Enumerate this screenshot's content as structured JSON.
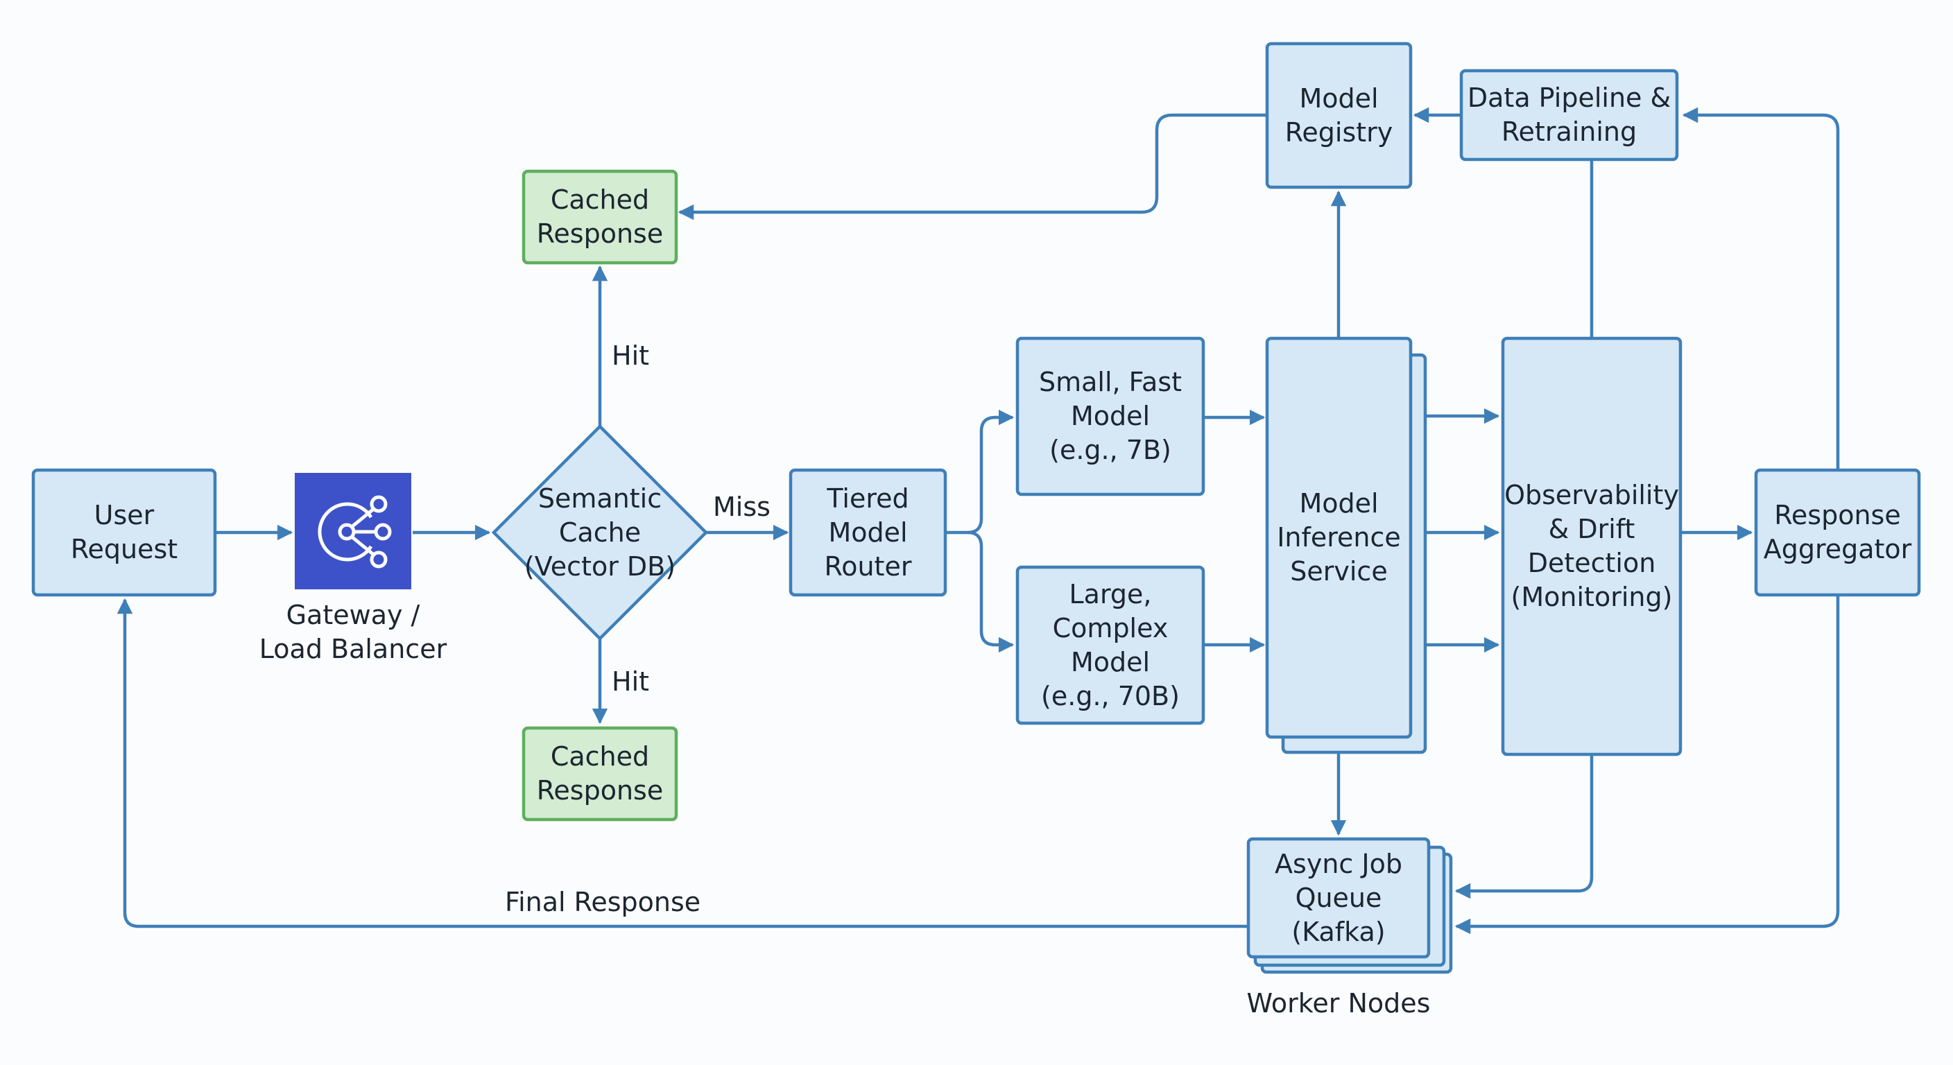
{
  "nodes": {
    "user_request": "User\nRequest",
    "gateway": "Gateway /\nLoad Balancer",
    "semantic_cache": "Semantic\nCache\n(Vector DB)",
    "cached_response_top": "Cached\nResponse",
    "cached_response_bottom": "Cached\nResponse",
    "tiered_router": "Tiered\nModel\nRouter",
    "small_model": "Small, Fast\nModel\n(e.g., 7B)",
    "large_model": "Large,\nComplex\nModel\n(e.g., 70B)",
    "inference_service": "Model\nInference\nService",
    "observability": "Observability\n& Drift\nDetection\n(Monitoring)",
    "response_aggregator": "Response\nAggregator",
    "model_registry": "Model\nRegistry",
    "data_pipeline": "Data Pipeline &\nRetraining",
    "async_queue": "Async Job\nQueue\n(Kafka)",
    "worker_nodes": "Worker Nodes"
  },
  "edge_labels": {
    "hit_top": "Hit",
    "hit_bottom": "Hit",
    "miss": "Miss",
    "final_response": "Final Response"
  },
  "colors": {
    "box_fill": "#d6e8f6",
    "box_stroke": "#3f7fb8",
    "cache_fill": "#d3ecd2",
    "cache_stroke": "#5fae5f",
    "gateway_icon_bg": "#3d52c9",
    "edge": "#3f7fb8"
  },
  "icons": {
    "gateway": "load-balancer-icon"
  }
}
